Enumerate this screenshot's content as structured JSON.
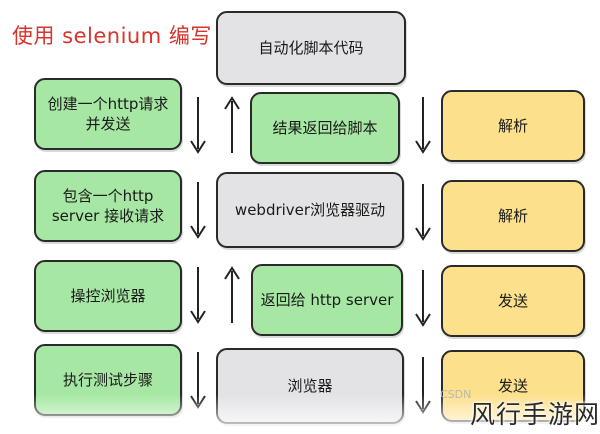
{
  "diagram": {
    "title": "使用 selenium 编写",
    "boxes": {
      "auto_script": "自动化脚本代码",
      "send_http_request": "创建一个http请求\n并发送",
      "result_return": "结果返回给脚本",
      "parse_1": "解析",
      "http_server_receive": "包含一个http\nserver 接收请求",
      "webdriver": "webdriver浏览器驱动",
      "parse_2": "解析",
      "control_browser": "操控浏览器",
      "return_http_server": "返回给 http server",
      "send_1": "发送",
      "execute_steps": "执行测试步骤",
      "browser": "浏览器",
      "send_2": "发送"
    },
    "colors": {
      "title": "#d9342b",
      "green": "#a6e8a3",
      "gray": "#e3e3e6",
      "yellow": "#fde08c",
      "border": "#2a2a2a"
    }
  },
  "watermark": {
    "faint_text": "CSDN",
    "brand": "风行手游网"
  }
}
